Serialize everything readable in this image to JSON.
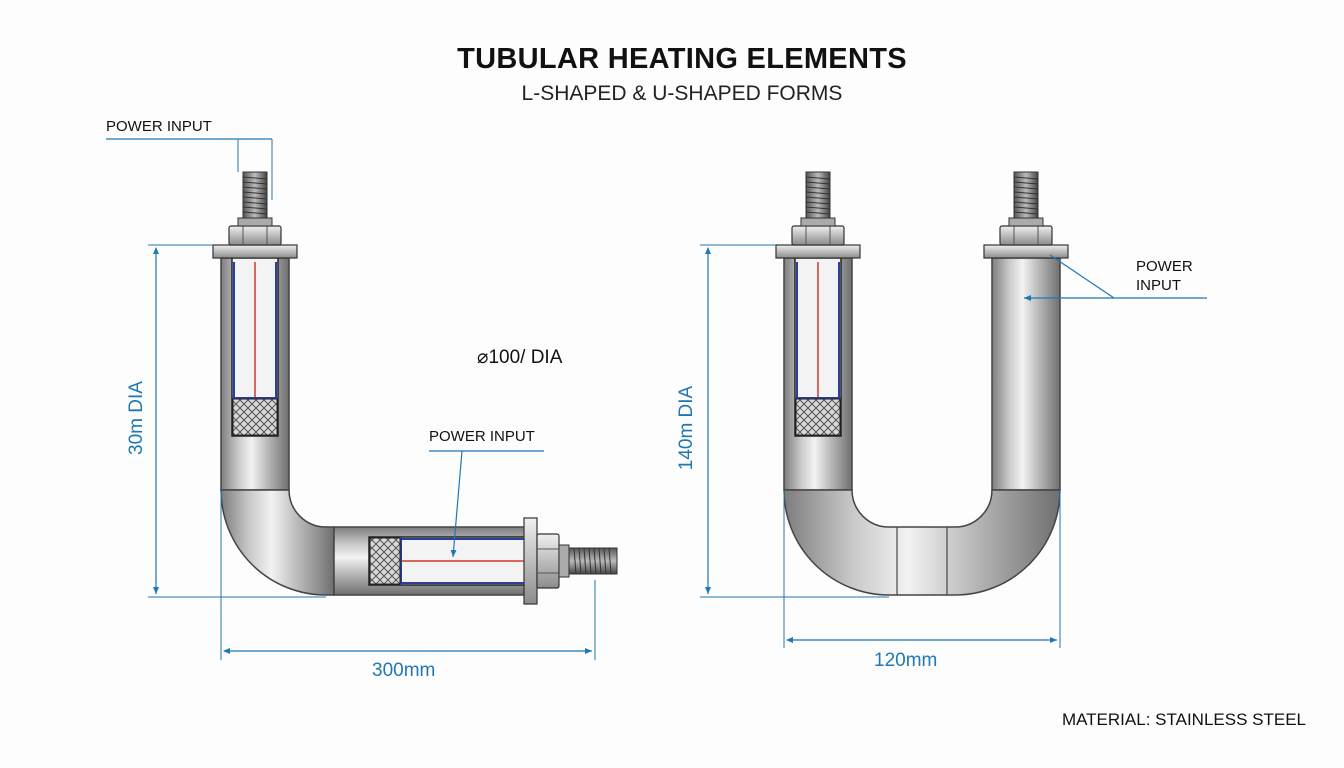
{
  "title": "TUBULAR HEATING ELEMENTS",
  "subtitle": "L-SHAPED & U-SHAPED FORMS",
  "l_shape": {
    "power_input_top": "POWER INPUT",
    "power_input_side": "POWER INPUT",
    "diameter_note": "⌀100/ DIA",
    "height_dim": "30m DIA",
    "width_dim": "300mm"
  },
  "u_shape": {
    "power_input": "POWER\nINPUT",
    "height_dim": "140m DIA",
    "width_dim": "120mm"
  },
  "material": "MATERIAL: STAINLESS STEEL",
  "colors": {
    "dimension": "#1f78b4",
    "steel_light": "#e6e6e6",
    "steel_dark": "#8a8a8a",
    "heating_wire": "#d0392b",
    "insulation": "#2b3f9e"
  }
}
